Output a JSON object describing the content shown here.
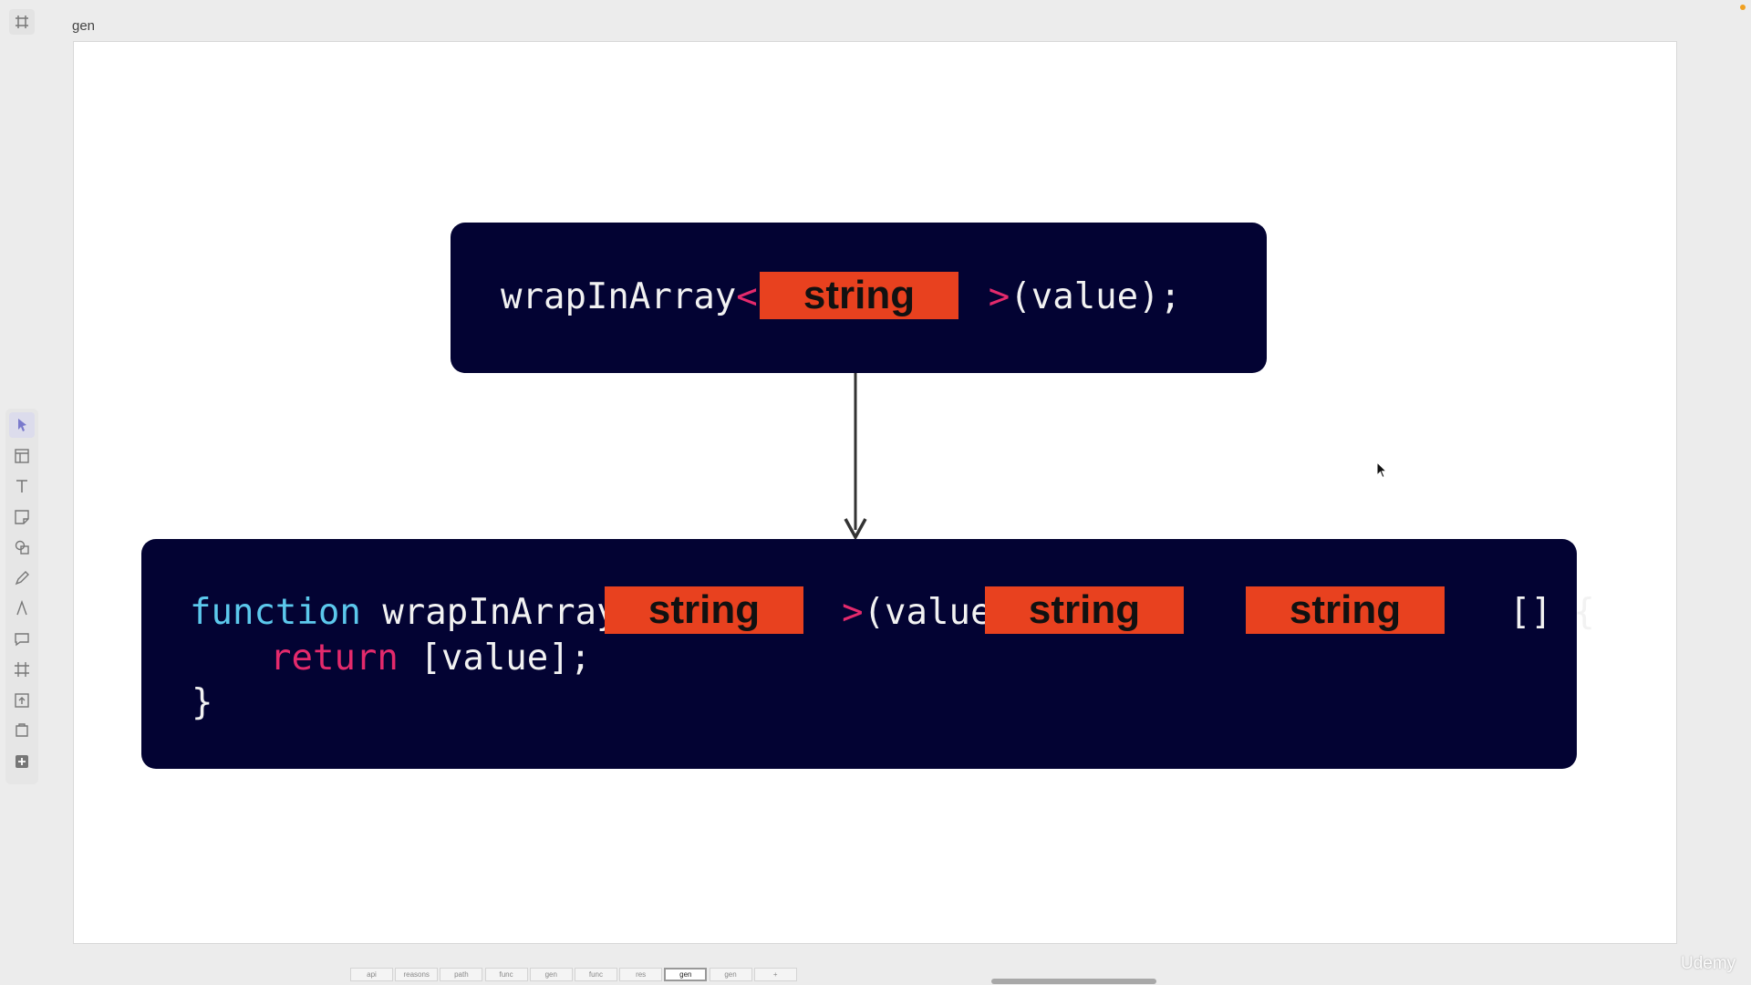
{
  "page": {
    "title": "gen"
  },
  "toolbar": {
    "tools": [
      "pointer-icon",
      "layout-icon",
      "text-icon",
      "sticky-note-icon",
      "shapes-icon",
      "pen-icon",
      "marker-icon",
      "comment-icon",
      "frame-icon",
      "upload-icon",
      "template-icon",
      "add-icon"
    ]
  },
  "top_card": {
    "fn": "wrapInArray",
    "lt": "<",
    "gt": ">",
    "tail": "(value);",
    "box": "string"
  },
  "bottom_card": {
    "kw_function": "function",
    "fn": " wrapInArray",
    "lt": "<",
    "gt": ">",
    "args": "(value: ",
    "paren_close": "): ",
    "array_open": "[] {",
    "kw_return": "return",
    "ret_val": " [value];",
    "brace_close": "}",
    "box1": "string",
    "box2": "string",
    "box3": "string"
  },
  "tabs": [
    "api",
    "reasons",
    "path",
    "func",
    "gen",
    "func",
    "res",
    "gen",
    "gen",
    "+"
  ],
  "active_tab_index": 7,
  "watermark": "Udemy",
  "colors": {
    "card_bg": "#030333",
    "highlight": "#e8411f",
    "keyword_blue": "#5cc8ec",
    "keyword_pink": "#e42a6c"
  }
}
